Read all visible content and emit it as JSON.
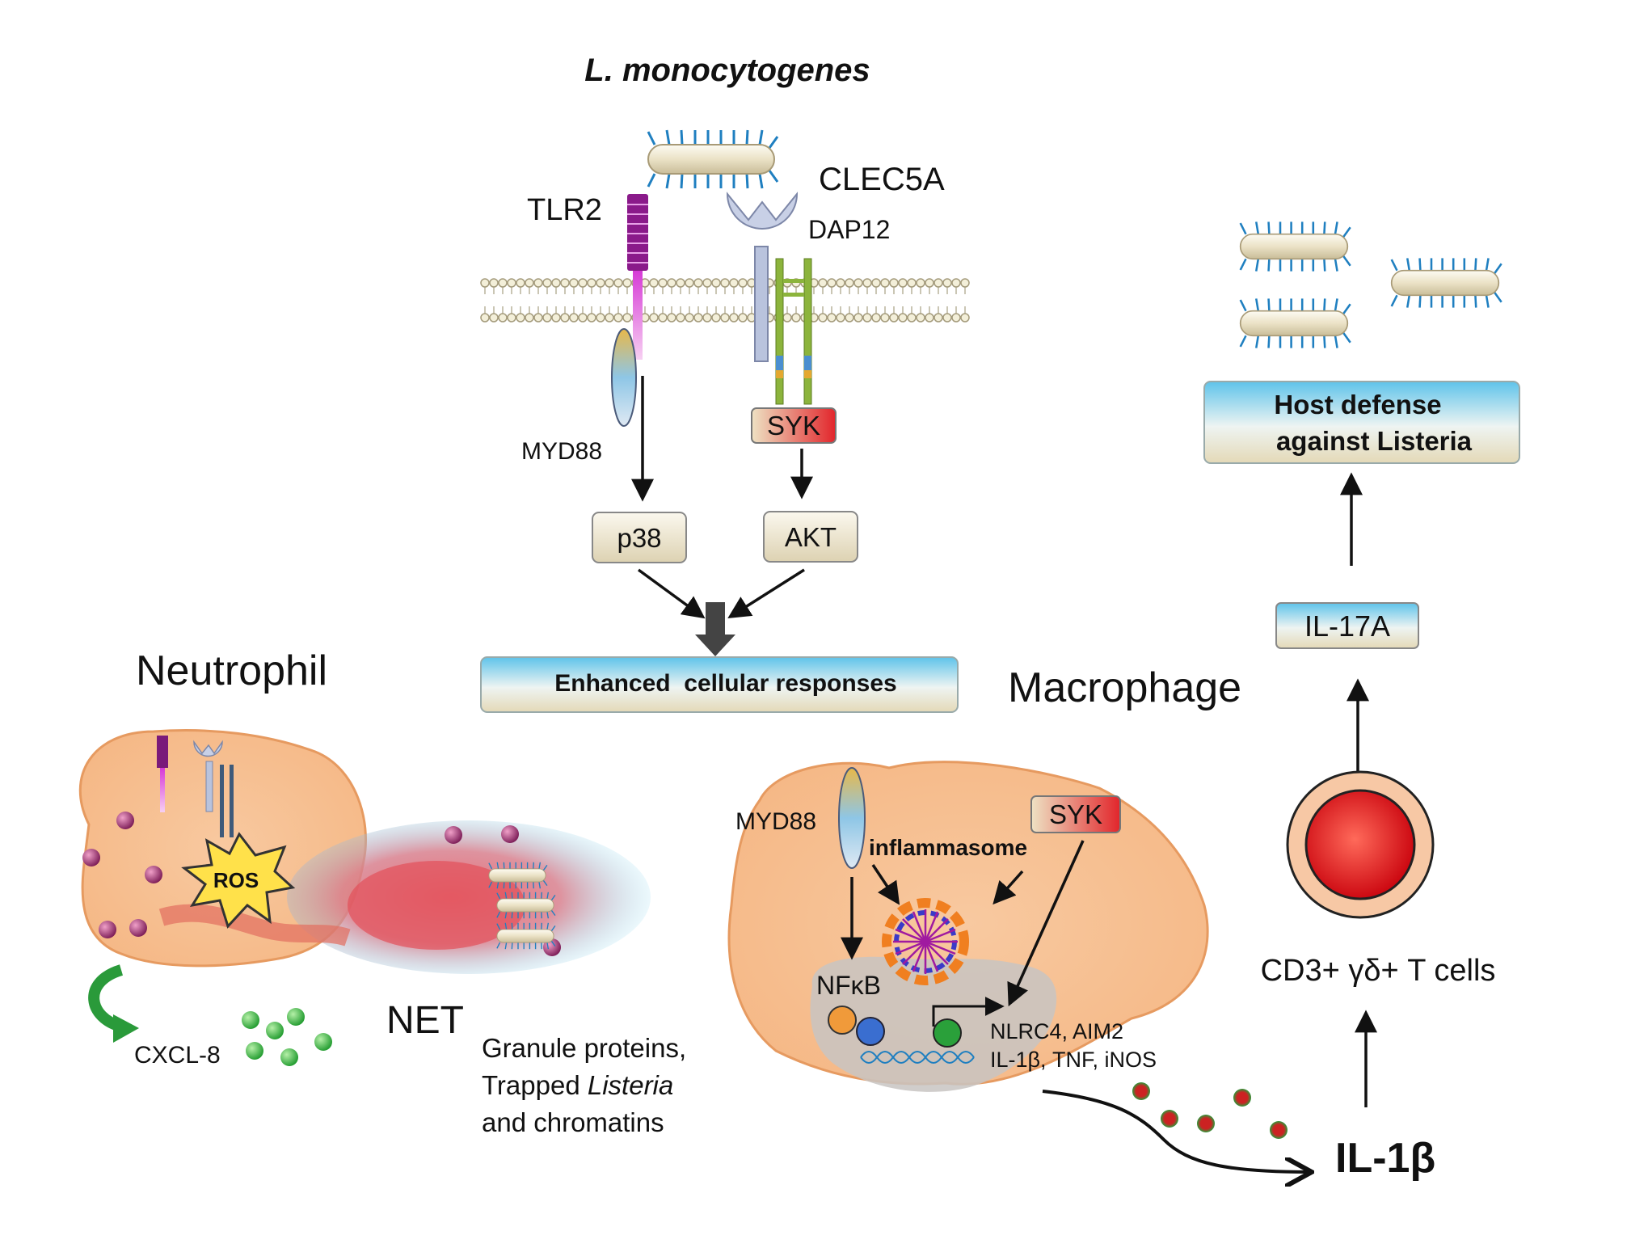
{
  "top": {
    "title": "L. monocytogenes",
    "tlr2": "TLR2",
    "clec5a": "CLEC5A",
    "dap12": "DAP12",
    "myd88": "MYD88",
    "syk": "SYK",
    "p38": "p38",
    "akt": "AKT",
    "enhanced": "Enhanced  cellular responses"
  },
  "neutrophil": {
    "title": "Neutrophil",
    "ros": "ROS",
    "net": "NET",
    "cxcl8": "CXCL-8",
    "granule_line1": "Granule proteins,",
    "granule_line2_prefix": "Trapped ",
    "granule_line2_italic": "Listeria",
    "granule_line3": "and chromatins"
  },
  "macrophage": {
    "title": "Macrophage",
    "myd88": "MYD88",
    "syk": "SYK",
    "inflammasome": "inflammasome",
    "nfkb": "NFκB",
    "genes_line1": "NLRC4, AIM2",
    "genes_line2": "IL-1β, TNF, iNOS"
  },
  "right": {
    "host_line1": "Host defense",
    "host_line2": "against Listeria",
    "il17a": "IL-17A",
    "tcells": "CD3+ γδ+ T cells",
    "il1b": "IL-1β"
  }
}
